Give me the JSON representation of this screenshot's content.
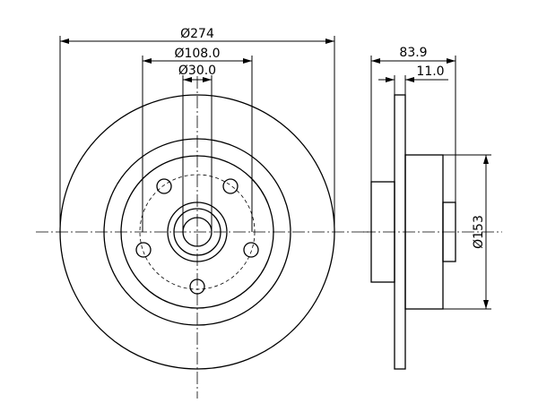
{
  "front_view": {
    "dim_outer_diameter": "Ø274",
    "dim_bolt_circle": "Ø108.0",
    "dim_center_bore": "Ø30.0"
  },
  "side_view": {
    "dim_total_height": "83.9",
    "dim_disc_thickness": "11.0",
    "dim_hub_diameter": "Ø153"
  }
}
